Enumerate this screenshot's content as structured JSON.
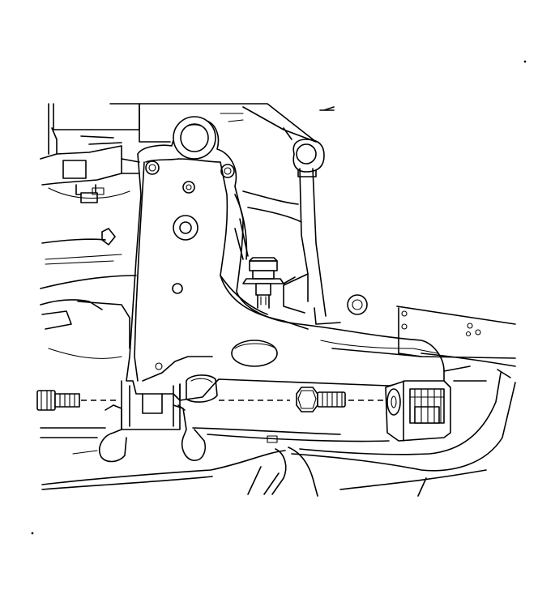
{
  "diagram": {
    "line_color": "#000000",
    "background": "#ffffff",
    "components": [
      "front-lower-control-arm",
      "stabilizer-link",
      "front-bolt",
      "rear-bolt",
      "rear-bushing",
      "ball-joint",
      "subframe"
    ]
  }
}
